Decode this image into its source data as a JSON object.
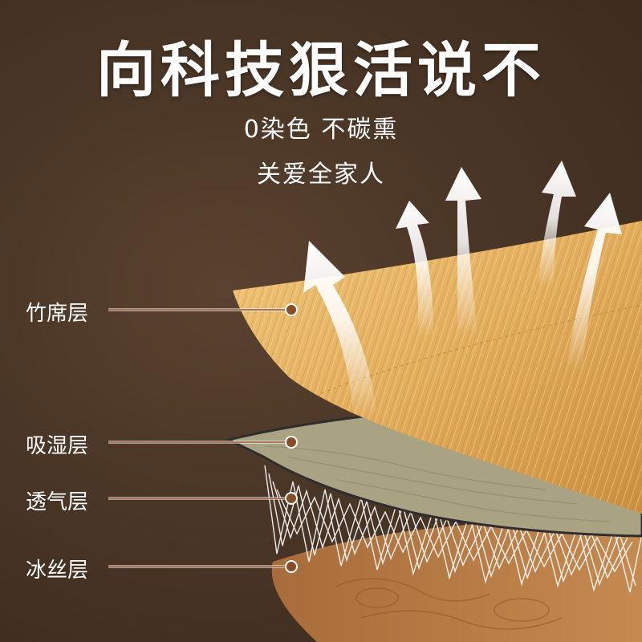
{
  "headline": "向科技狠活说不",
  "subheadline_1": "0染色 不碳熏",
  "subheadline_2": "关爱全家人",
  "layers": [
    {
      "label": "竹席层",
      "icon": "bamboo-mat-layer"
    },
    {
      "label": "吸湿层",
      "icon": "moisture-absorbing-layer"
    },
    {
      "label": "透气层",
      "icon": "breathable-mesh-layer"
    },
    {
      "label": "冰丝层",
      "icon": "ice-silk-layer"
    }
  ],
  "colors": {
    "background": "#4a3626",
    "bamboo": "#e2b060",
    "moisture_layer": "#a8a283",
    "ice_silk": "#b37a45",
    "pointer_dot": "#8a4b27",
    "text": "#ffffff"
  }
}
